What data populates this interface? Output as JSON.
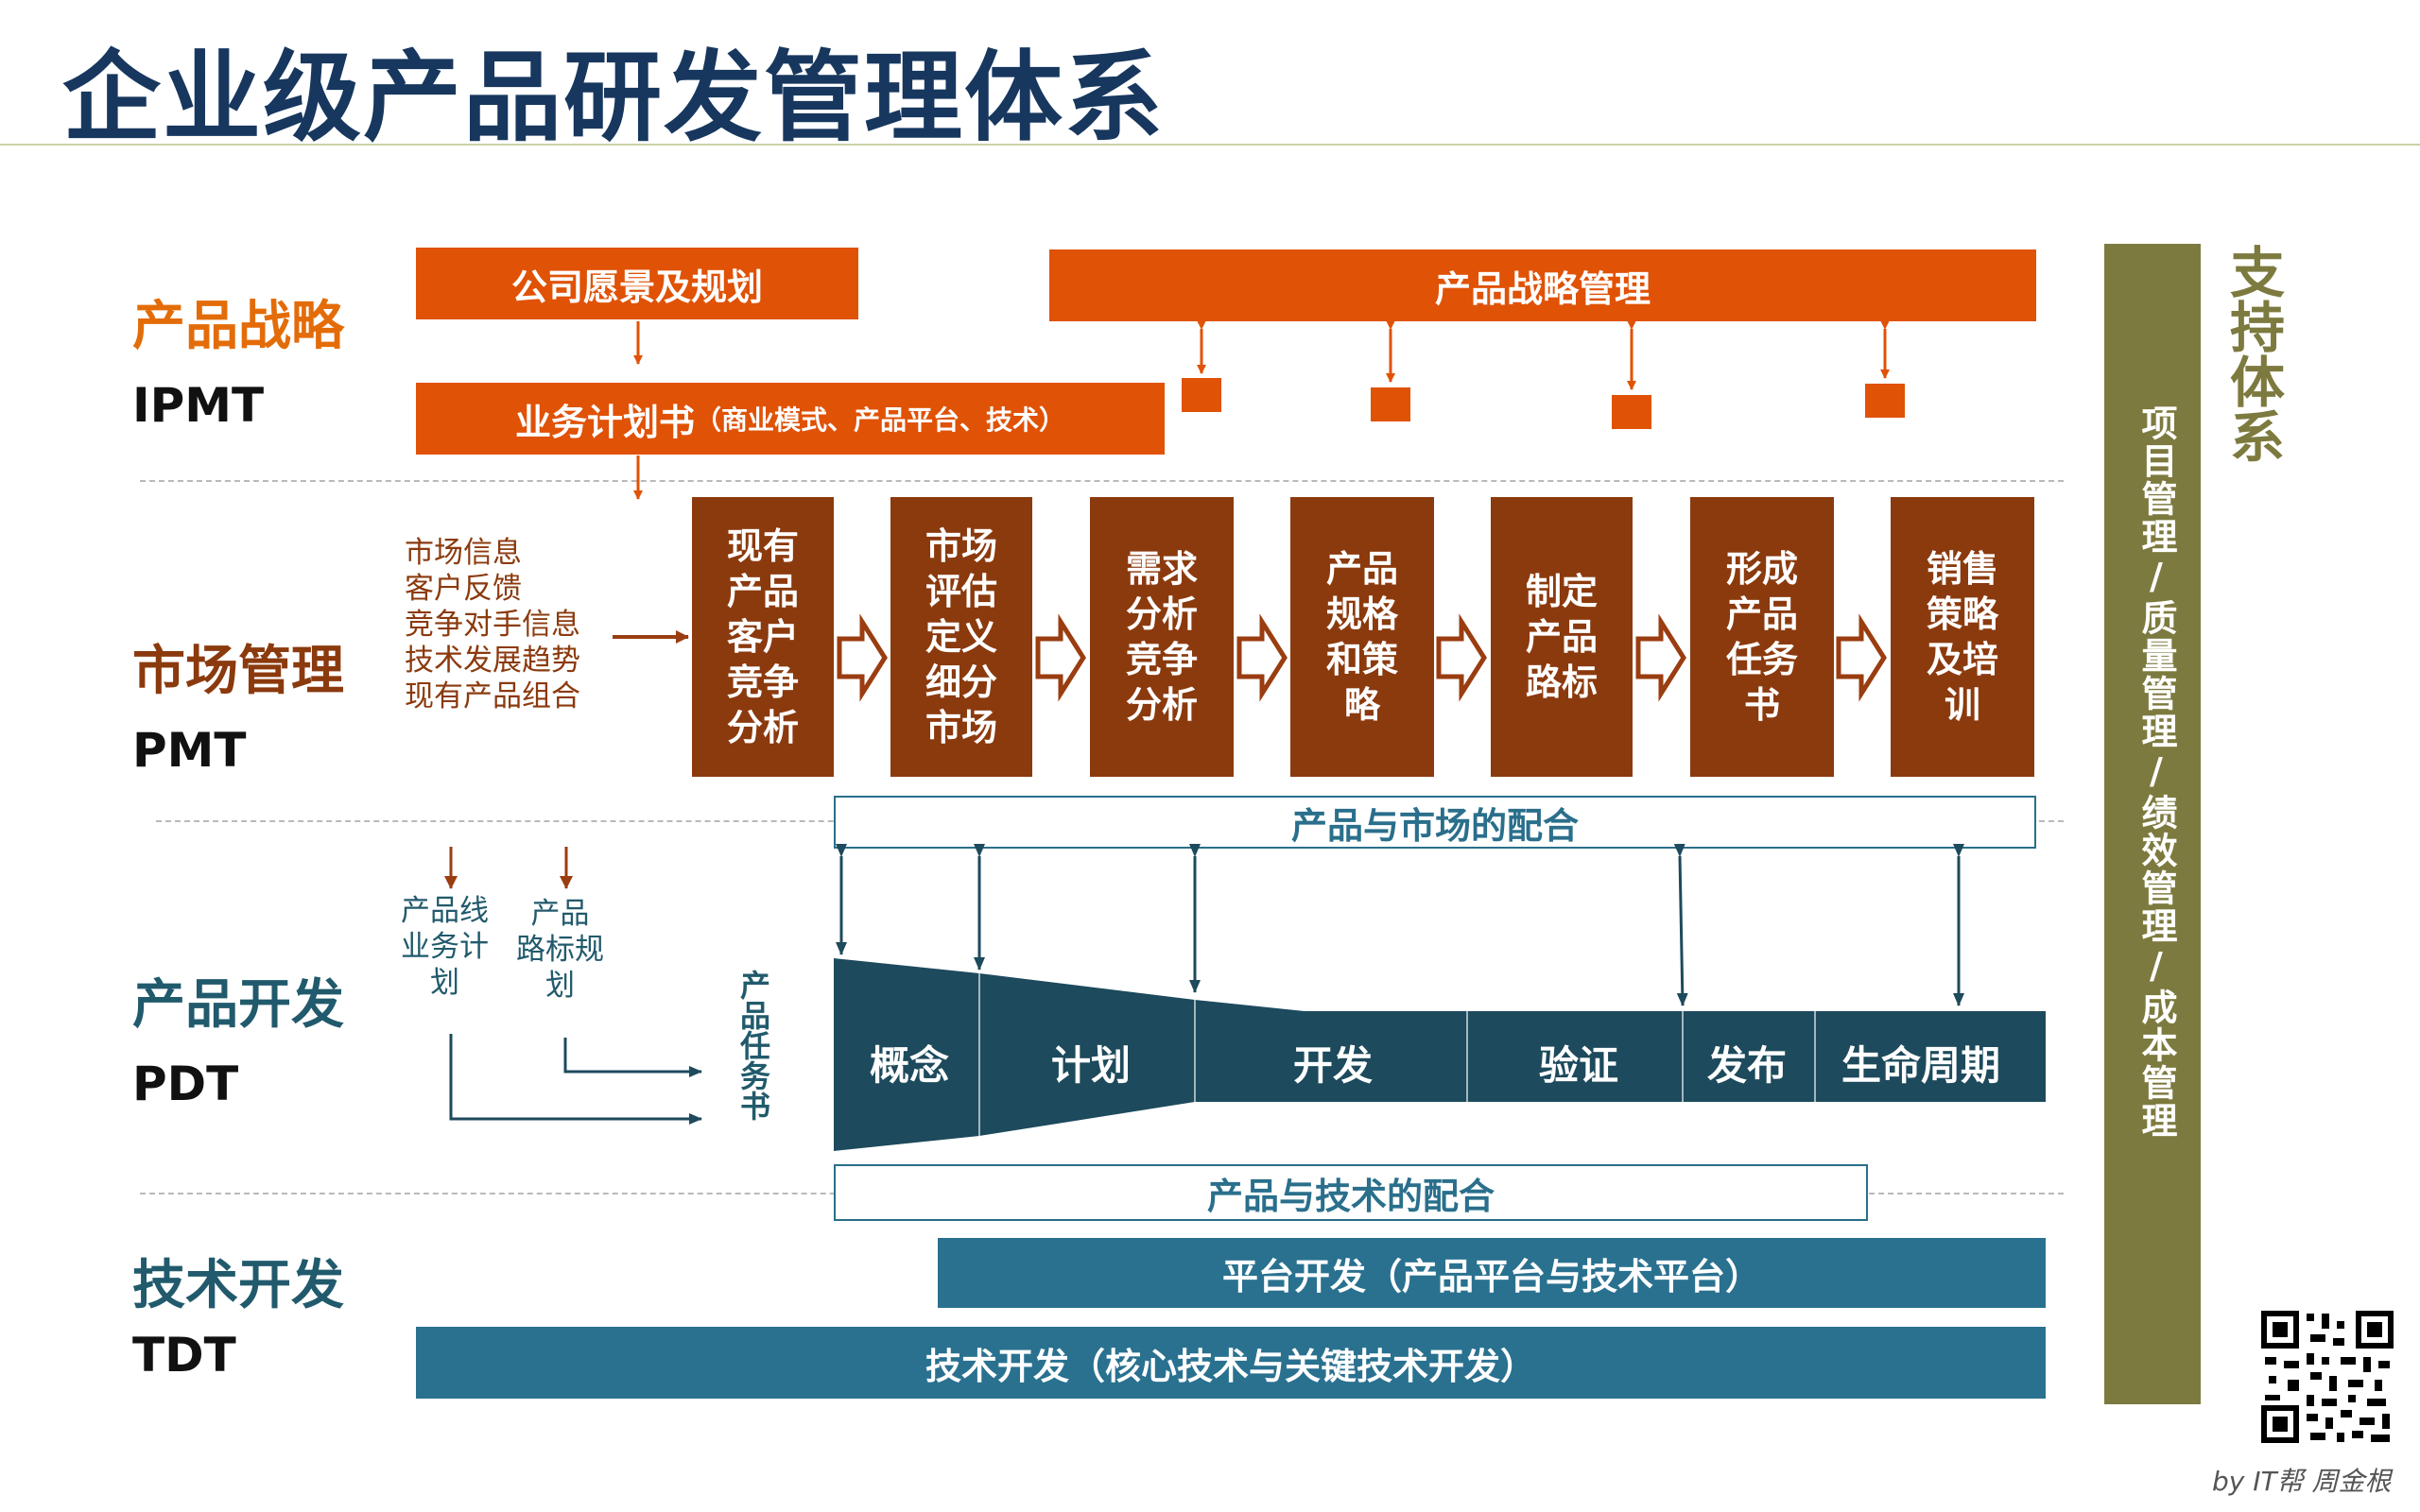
{
  "title": "企业级产品研发管理体系",
  "sections": {
    "strategy": {
      "cn": "产品战略",
      "en": "IPMT"
    },
    "market": {
      "cn": "市场管理",
      "en": "PMT"
    },
    "dev": {
      "cn": "产品开发",
      "en": "PDT"
    },
    "tech": {
      "cn": "技术开发",
      "en": "TDT"
    }
  },
  "strategy": {
    "vision": "公司愿景及规划",
    "product_strategy": "产品战略管理",
    "business_plan_main": "业务计划书",
    "business_plan_sub": "（商业模式、产品平台、技术）"
  },
  "market": {
    "inputs": [
      "市场信息",
      "客户反馈",
      "竞争对手信息",
      "技术发展趋势",
      "现有产品组合"
    ],
    "steps": [
      [
        "现有",
        "产品",
        "客户",
        "竞争",
        "分析"
      ],
      [
        "市场",
        "评估",
        "定义",
        "细分",
        "市场"
      ],
      [
        "需求",
        "分析",
        "竞争",
        "分析"
      ],
      [
        "产品",
        "规格",
        "和策",
        "略"
      ],
      [
        "制定",
        "产品",
        "路标"
      ],
      [
        "形成",
        "产品",
        "任务",
        "书"
      ],
      [
        "销售",
        "策略",
        "及培",
        "训"
      ]
    ]
  },
  "dev": {
    "product_market_fit": "产品与市场的配合",
    "product_tech_fit": "产品与技术的配合",
    "input_1": [
      "产品线",
      "业务计",
      "划"
    ],
    "input_2": [
      "产品",
      "路标规",
      "划"
    ],
    "task_book": "产品任务书",
    "stages": [
      "概念",
      "计划",
      "开发",
      "验证",
      "发布",
      "生命周期"
    ]
  },
  "tech": {
    "platform": "平台开发（产品平台与技术平台）",
    "core": "技术开发（核心技术与关键技术开发）"
  },
  "support": {
    "label": "支持体系",
    "content": "项目管理/质量管理/绩效管理/成本管理"
  },
  "footer": "by IT帮 周金根",
  "colors": {
    "title": "#17375e",
    "orange": "#e05206",
    "brown": "#8b3a0e",
    "teal_dark": "#1d4a5c",
    "teal": "#2a7190",
    "olive": "#7d7a3f"
  }
}
